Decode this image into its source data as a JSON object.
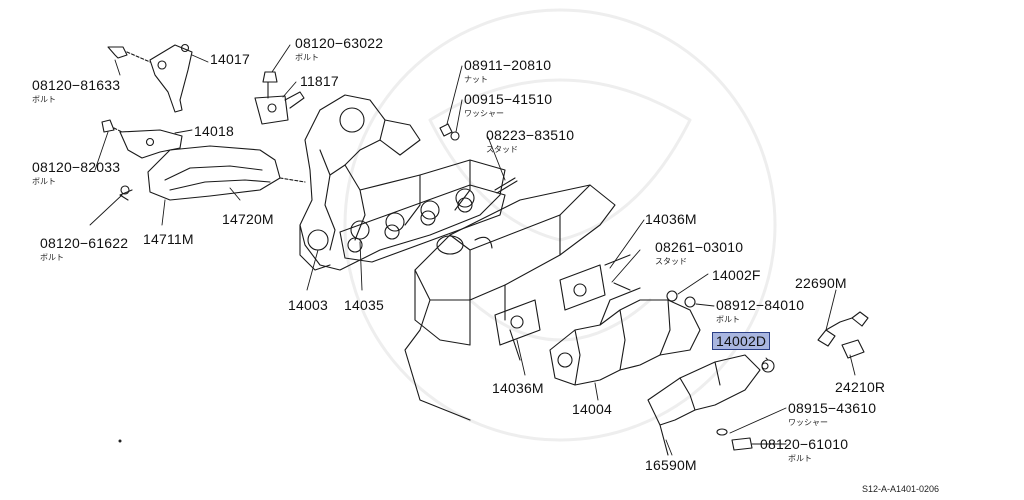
{
  "labels": {
    "p08120_81633": "08120−81633",
    "p14017": "14017",
    "p08120_63022": "08120−63022",
    "p11817": "11817",
    "p08911_20810": "08911−20810",
    "p00915_41510": "00915−41510",
    "p14018": "14018",
    "p08223_83510": "08223−83510",
    "p08120_82033": "08120−82033",
    "p14720M": "14720M",
    "p08120_61622": "08120−61622",
    "p14711M": "14711M",
    "p14036M_top": "14036M",
    "p08261_03010": "08261−03010",
    "p14002F": "14002F",
    "p22690M": "22690M",
    "p08912_84010": "08912−84010",
    "p14002D": "14002D",
    "p14003": "14003",
    "p14035": "14035",
    "p24210R": "24210R",
    "p14036M_bottom": "14036M",
    "p14004": "14004",
    "p08915_43610": "08915−43610",
    "p08120_61010": "08120−61010",
    "p16590M": "16590M"
  },
  "kana": {
    "bolt": "ボルト",
    "nut": "ナット",
    "washer": "ワッシャー",
    "stud": "スタッド"
  },
  "highlight_part": "14002D",
  "diagram_ref": "S12-A-A1401-0206"
}
